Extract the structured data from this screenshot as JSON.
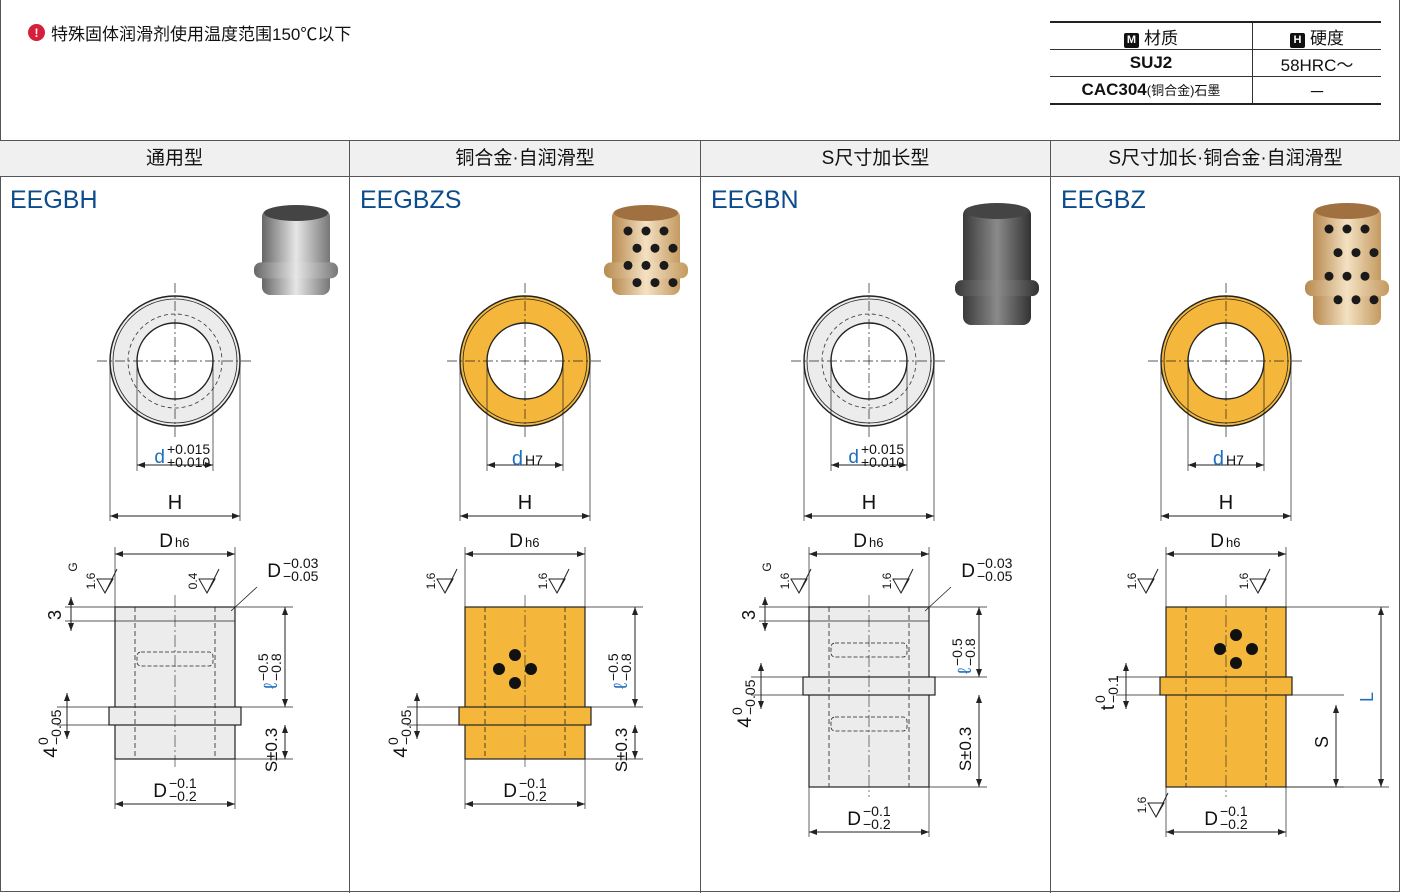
{
  "note": {
    "icon": "info-icon",
    "text": "特殊固体润滑剂使用温度范围150℃以下"
  },
  "material_table": {
    "header_material_tag": "M",
    "header_material": "材质",
    "header_hardness_tag": "H",
    "header_hardness": "硬度",
    "rows": [
      {
        "material": "SUJ2",
        "material_note": "",
        "material_suffix": "",
        "hardness": "58HRC～"
      },
      {
        "material": "CAC304",
        "material_note": "(铜合金)",
        "material_suffix": "石墨",
        "hardness": "－"
      }
    ]
  },
  "colors": {
    "steel_fill": "#ececec",
    "bronze_fill": "#f5b73b",
    "code_blue": "#0c4b8c",
    "dim_blue": "#1f6fbf"
  },
  "columns": [
    {
      "header": "通用型",
      "code": "EEGBH",
      "type": "steel",
      "d_label": "d",
      "d_tol_top": "+0.015",
      "d_tol_bot": "+0.010",
      "d_suffix": "",
      "h_label": "H",
      "D_label": "D",
      "D_sub": "h6",
      "G_label": "G",
      "rough_a": "1.6",
      "rough_b": "0.4",
      "dim_3": "3",
      "dim_4": "4",
      "dim_4_top": "0",
      "dim_4_bot": "−0.05",
      "Dc_label": "D",
      "Dc_top": "−0.03",
      "Dc_bot": "−0.05",
      "l_label": "ℓ",
      "l_top": "−0.5",
      "l_bot": "−0.8",
      "S_label": "S±0.3",
      "Db_label": "D",
      "Db_top": "−0.1",
      "Db_bot": "−0.2"
    },
    {
      "header": "铜合金·自润滑型",
      "code": "EEGBZS",
      "type": "bronze",
      "d_label": "d",
      "d_suffix": "H7",
      "h_label": "H",
      "D_label": "D",
      "D_sub": "h6",
      "rough_a": "1.6",
      "rough_b": "1.6",
      "dim_4": "4",
      "dim_4_top": "0",
      "dim_4_bot": "−0.05",
      "l_label": "ℓ",
      "l_top": "−0.5",
      "l_bot": "−0.8",
      "S_label": "S±0.3",
      "Db_label": "D",
      "Db_top": "−0.1",
      "Db_bot": "−0.2"
    },
    {
      "header": "S尺寸加长型",
      "code": "EEGBN",
      "type": "steel",
      "d_label": "d",
      "d_tol_top": "+0.015",
      "d_tol_bot": "+0.010",
      "h_label": "H",
      "D_label": "D",
      "D_sub": "h6",
      "G_label": "G",
      "rough_a": "1.6",
      "rough_b": "1.6",
      "dim_3": "3",
      "dim_4": "4",
      "dim_4_top": "0",
      "dim_4_bot": "−0.05",
      "Dc_label": "D",
      "Dc_top": "−0.03",
      "Dc_bot": "−0.05",
      "l_label": "ℓ",
      "l_top": "−0.5",
      "l_bot": "−0.8",
      "S_label": "S±0.3",
      "Db_label": "D",
      "Db_top": "−0.1",
      "Db_bot": "−0.2"
    },
    {
      "header": "S尺寸加长·铜合金·自润滑型",
      "code": "EEGBZ",
      "type": "bronze",
      "d_label": "d",
      "d_suffix": "H7",
      "h_label": "H",
      "D_label": "D",
      "D_sub": "h6",
      "rough_a": "1.6",
      "rough_b": "1.6",
      "rough_c": "1.6",
      "t_label": "t",
      "t_top": "0",
      "t_bot": "−0.1",
      "S_label": "S",
      "L_label": "L",
      "Db_label": "D",
      "Db_top": "−0.1",
      "Db_bot": "−0.2"
    }
  ]
}
